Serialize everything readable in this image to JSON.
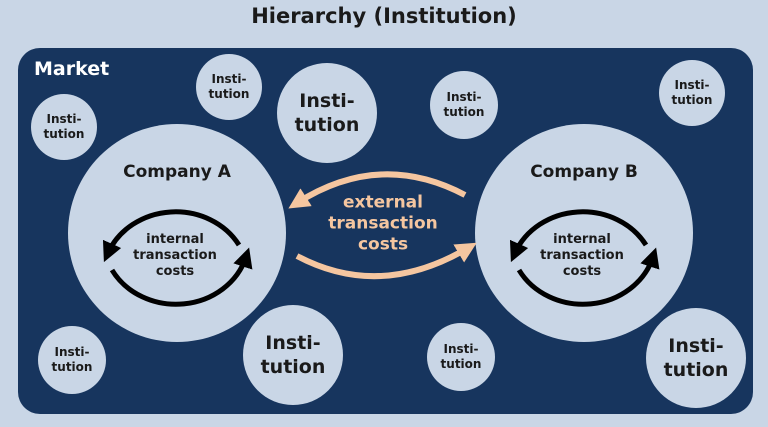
{
  "title": "Hierarchy (Institution)",
  "market": {
    "label": "Market"
  },
  "companies": [
    {
      "name": "Company A",
      "internal": [
        "internal",
        "transaction",
        "costs"
      ]
    },
    {
      "name": "Company B",
      "internal": [
        "internal",
        "transaction",
        "costs"
      ]
    }
  ],
  "external": [
    "external",
    "transaction",
    "costs"
  ],
  "institution_label": [
    "Insti-",
    "tution"
  ],
  "colors": {
    "background": "#c9d6e6",
    "market": "#17355e",
    "circle": "#c9d6e6",
    "external_arrow": "#f5c6a0",
    "internal_arrow": "#000000"
  }
}
